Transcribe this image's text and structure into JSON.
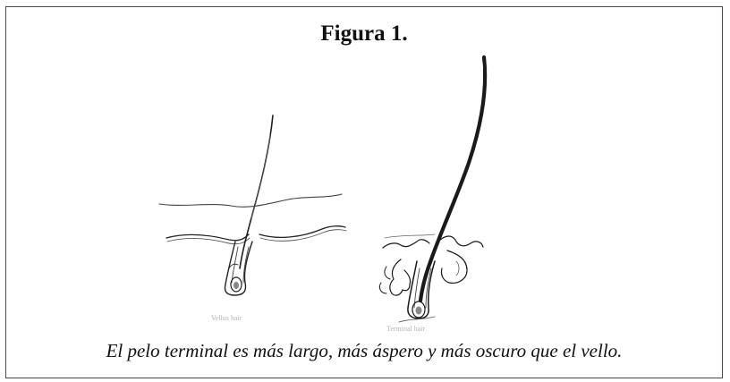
{
  "figure": {
    "title": "Figura 1.",
    "caption": "El pelo terminal es más largo, más áspero y más oscuro que el vello.",
    "panels": [
      {
        "label": "Vellus hair"
      },
      {
        "label": "Terminal hair"
      }
    ]
  }
}
